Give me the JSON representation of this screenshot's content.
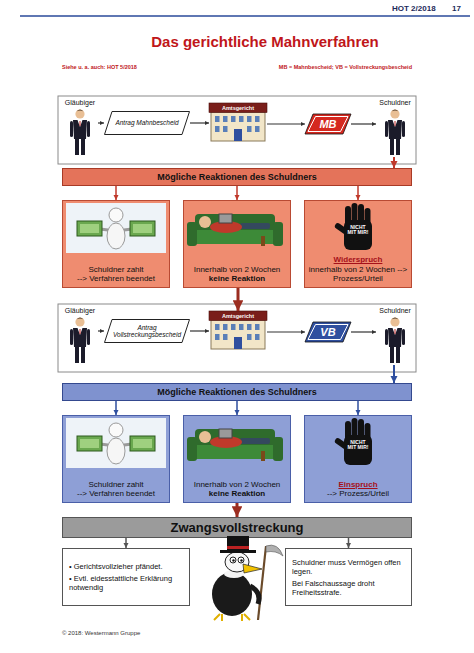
{
  "diagram": {
    "title": "Das gerichtliche Mahnverfahren",
    "nodes": [
      {
        "text": [
          "Gläubiger"
        ]
      },
      {
        "text": [
          "Antrag Mahnbescheid"
        ]
      },
      {
        "text": [
          "Amtsgericht"
        ]
      },
      {
        "text": [
          "MB"
        ]
      },
      {
        "text": [
          "Schuldner"
        ]
      },
      {
        "text": [
          "Mögliche Reaktionen des Schuldners"
        ]
      },
      {
        "text": [
          "Schuldner zahlt",
          "--> Verfahren beendet"
        ]
      },
      {
        "text": [
          "Innerhalb von 2 Wochen",
          "keine Reaktion"
        ]
      },
      {
        "text": [
          "Widerspruch",
          "innerhalb von 2 Wochen --> Prozess/Urteil"
        ]
      },
      {
        "text": [
          "Gläubiger"
        ]
      },
      {
        "text": [
          "Antrag Vollstreckungsbescheid"
        ]
      },
      {
        "text": [
          "Amtsgericht"
        ]
      },
      {
        "text": [
          "VB"
        ]
      },
      {
        "text": [
          "Schuldner"
        ]
      },
      {
        "text": [
          "Mögliche Reaktionen des Schuldners"
        ]
      },
      {
        "text": [
          "Schuldner zahlt",
          "--> Verfahren beendet"
        ]
      },
      {
        "text": [
          "Innerhalb von 2 Wochen",
          "keine Reaktion"
        ]
      },
      {
        "text": [
          "Einspruch",
          "--> Prozess/Urteil"
        ]
      },
      {
        "text": [
          "Zwangsvollstreckung"
        ]
      },
      {
        "text": [
          "• Gerichtsvollzieher pfändet.",
          "• Evtl. eidesstattliche Erklärung notwendig"
        ]
      },
      {
        "text": [
          "Schuldner muss Vermögen offen legen.",
          "Bei Falschaussage droht Freiheitsstrafe."
        ]
      }
    ],
    "edges": [
      {
        "from": 0,
        "to": 1,
        "arrow": "to"
      },
      {
        "from": 1,
        "to": 2,
        "arrow": "to"
      },
      {
        "from": 2,
        "to": 3,
        "arrow": "to"
      },
      {
        "from": 3,
        "to": 4,
        "arrow": "to"
      },
      {
        "from": 4,
        "to": 5,
        "arrow": "to"
      },
      {
        "from": 5,
        "to": 6,
        "arrow": "to"
      },
      {
        "from": 5,
        "to": 7,
        "arrow": "to"
      },
      {
        "from": 5,
        "to": 8,
        "arrow": "to"
      },
      {
        "from": 7,
        "to": 11,
        "arrow": "to"
      },
      {
        "from": 9,
        "to": 10,
        "arrow": "to"
      },
      {
        "from": 10,
        "to": 11,
        "arrow": "to"
      },
      {
        "from": 11,
        "to": 12,
        "arrow": "to"
      },
      {
        "from": 12,
        "to": 13,
        "arrow": "to"
      },
      {
        "from": 13,
        "to": 14,
        "arrow": "to"
      },
      {
        "from": 14,
        "to": 15,
        "arrow": "to"
      },
      {
        "from": 14,
        "to": 16,
        "arrow": "to"
      },
      {
        "from": 14,
        "to": 17,
        "arrow": "to"
      },
      {
        "from": 16,
        "to": 18,
        "arrow": "to"
      },
      {
        "from": 18,
        "to": 19,
        "arrow": "to"
      },
      {
        "from": 18,
        "to": 20,
        "arrow": "to"
      }
    ],
    "labels": [
      "HOT 2/2018",
      "17",
      "Siehe u. a. auch: HOT 5/2018",
      "MB = Mahnbescheid; VB = Vollstreckungsbescheid",
      "NICHT MIT MIR!",
      "NICHT MIT MIR!",
      "© 2018: Westermann Gruppe"
    ]
  }
}
